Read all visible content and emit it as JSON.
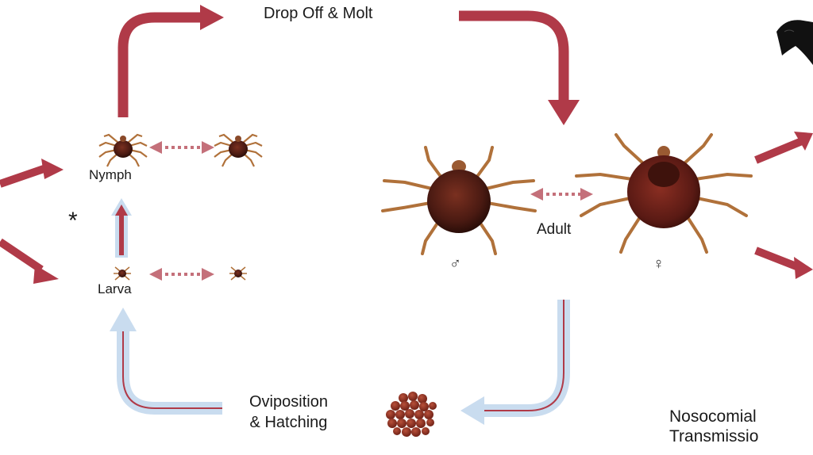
{
  "labels": {
    "drop_off_molt": "Drop Off & Molt",
    "nymph": "Nymph",
    "larva": "Larva",
    "adult": "Adult",
    "male_symbol": "♂",
    "female_symbol": "♀",
    "oviposition_line1": "Oviposition",
    "oviposition_line2": "& Hatching",
    "nosocomial_line1": "Nosocomial",
    "nosocomial_line2": "Transmissio",
    "asterisk": "*"
  },
  "colors": {
    "arrow_red": "#b03a48",
    "arrow_light_blue": "#c9dcef",
    "tick_body": "#4a1c12",
    "tick_leg": "#b0713a"
  }
}
